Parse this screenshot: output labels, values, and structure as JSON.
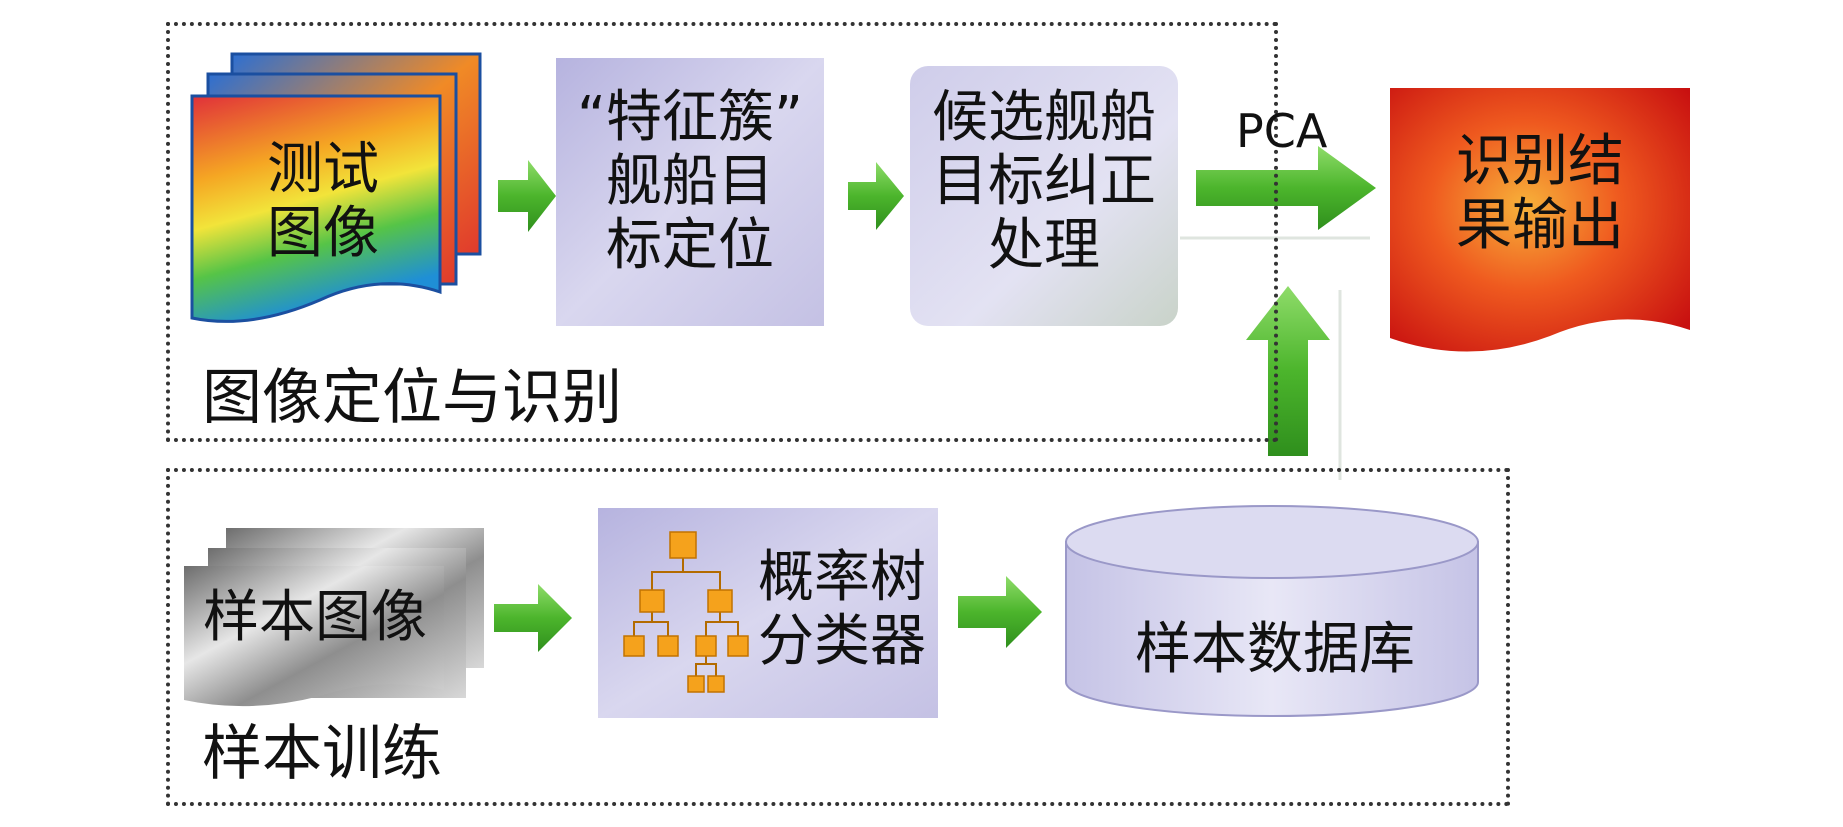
{
  "groups": {
    "top_label": "图像定位与识别",
    "bottom_label": "样本训练"
  },
  "nodes": {
    "test_image": "测试\n图像",
    "feature_cluster": "“特征簇”\n舰船目\n标定位",
    "candidate": "候选舰船\n目标纠正\n处理",
    "result": "识别结\n果输出",
    "sample_image": "样本图像",
    "prob_tree": "概率树\n分类器",
    "database": "样本数据库"
  },
  "edges": {
    "pca_label": "PCA"
  },
  "colors": {
    "arrow_green": "#5cbf3a",
    "box_lavender": "#c9c6e6",
    "dotted_border": "#333333"
  }
}
